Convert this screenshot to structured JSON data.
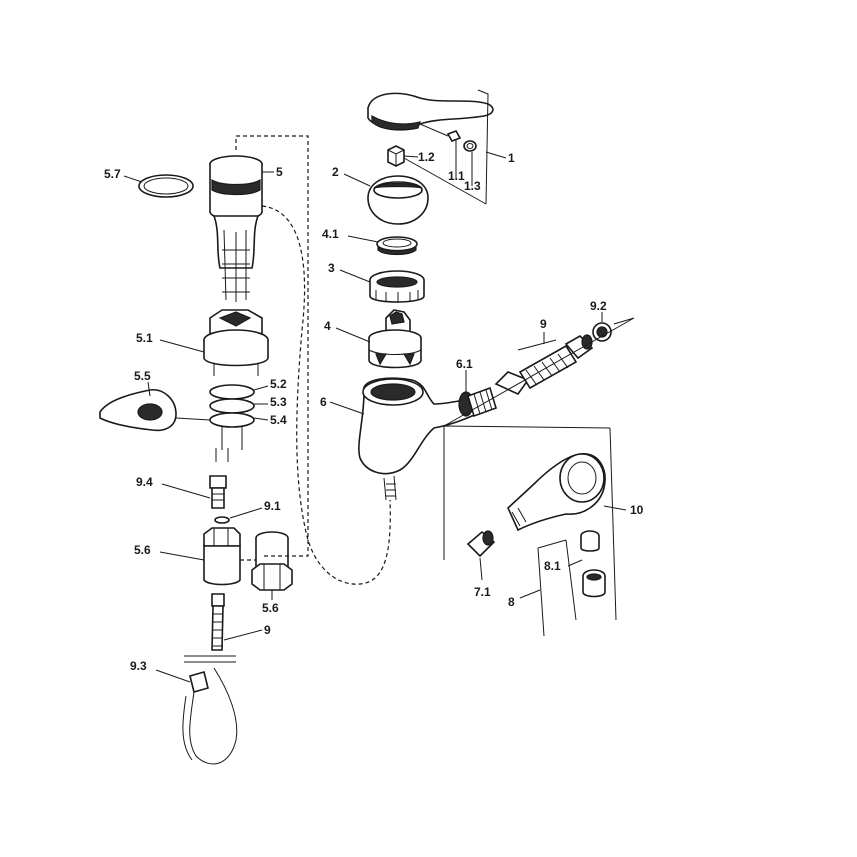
{
  "labels": {
    "p1": "1",
    "p1_1": "1.1",
    "p1_2": "1.2",
    "p1_3": "1.3",
    "p2": "2",
    "p3": "3",
    "p4": "4",
    "p4_1": "4.1",
    "p5": "5",
    "p5_1": "5.1",
    "p5_2": "5.2",
    "p5_3": "5.3",
    "p5_4": "5.4",
    "p5_5": "5.5",
    "p5_6a": "5.6",
    "p5_6b": "5.6",
    "p5_7": "5.7",
    "p6": "6",
    "p6_1": "6.1",
    "p7_1": "7.1",
    "p8": "8",
    "p8_1": "8.1",
    "p9a": "9",
    "p9b": "9",
    "p9_1": "9.1",
    "p9_2": "9.2",
    "p9_3": "9.3",
    "p9_4": "9.4",
    "p10": "10"
  }
}
